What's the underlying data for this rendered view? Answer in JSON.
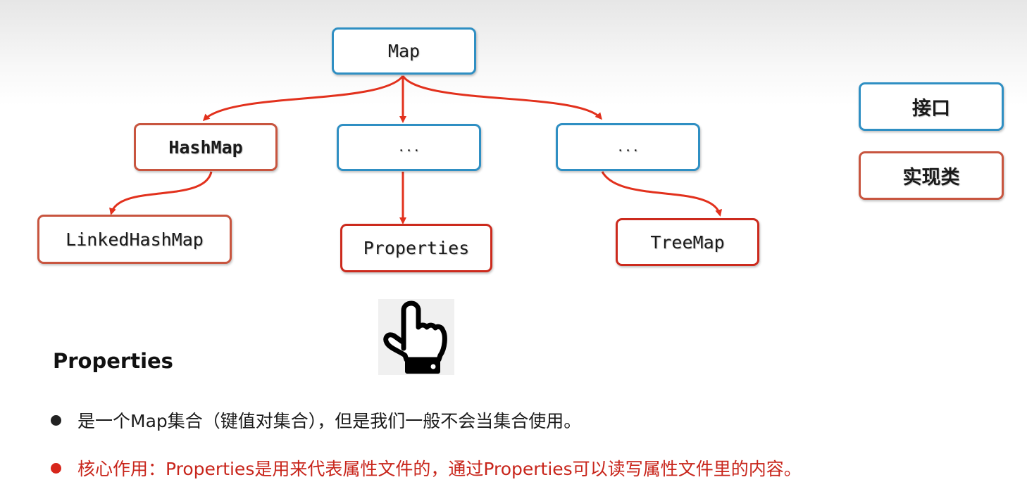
{
  "diagram": {
    "nodes": {
      "map": "Map",
      "hashmap": "HashMap",
      "middle_placeholder": "...",
      "right_placeholder": "...",
      "linkedhashmap": "LinkedHashMap",
      "properties": "Properties",
      "treemap": "TreeMap"
    },
    "legend": {
      "interface_label": "接口",
      "implementation_label": "实现类"
    },
    "colors": {
      "interface_border": "#2f8fc3",
      "implementation_border": "#c8553f",
      "arrow": "#e2311d",
      "highlight_text": "#c8251b"
    }
  },
  "pointer_icon": "pointing-hand-icon",
  "section": {
    "title": "Properties",
    "bullets": [
      "是一个Map集合（键值对集合），但是我们一般不会当集合使用。",
      "核心作用：Properties是用来代表属性文件的，通过Properties可以读写属性文件里的内容。"
    ]
  }
}
